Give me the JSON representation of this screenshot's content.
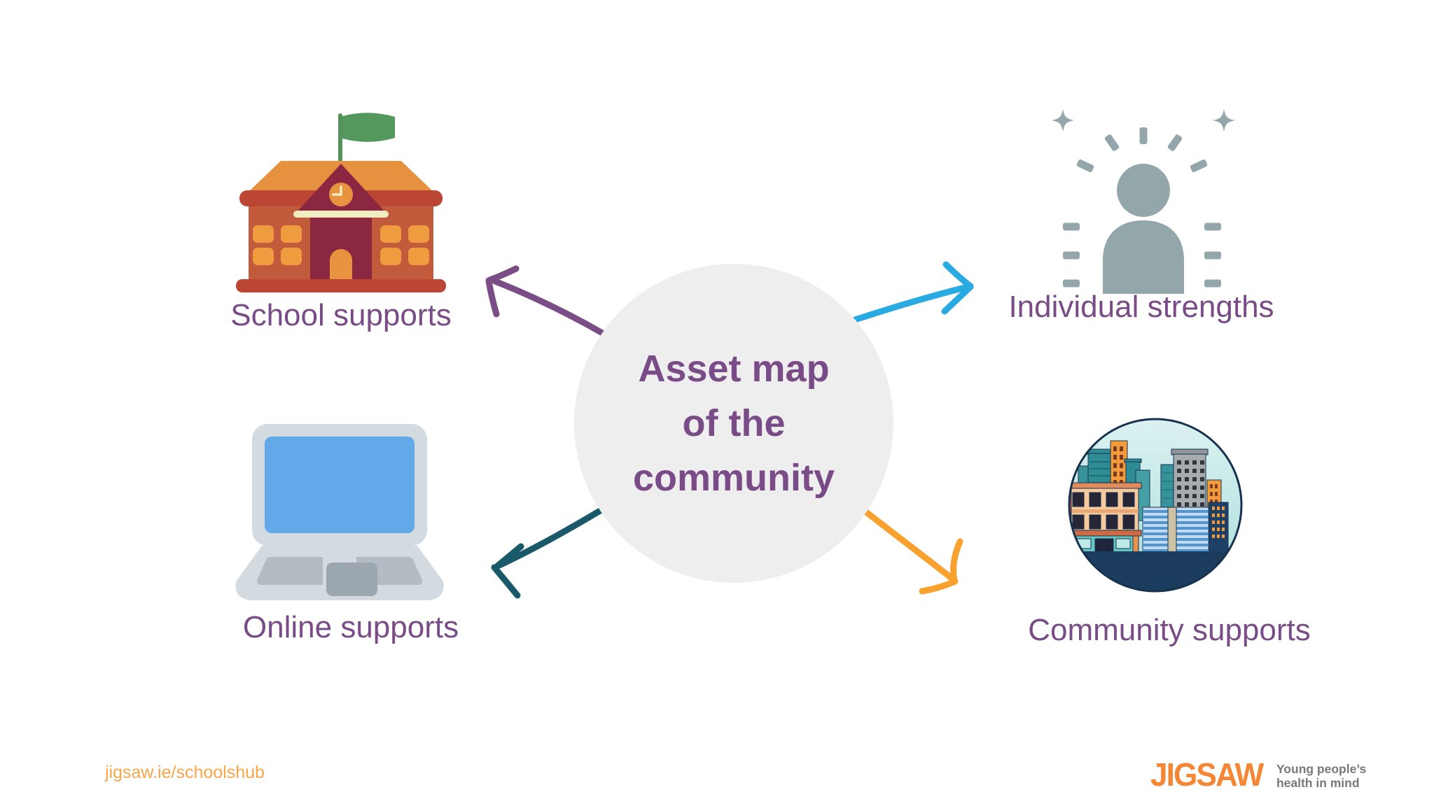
{
  "title": {
    "line1": "Asset map",
    "line2": "of the",
    "line3": "community"
  },
  "nodes": {
    "school": {
      "label": "School supports",
      "icon": "school-building-icon"
    },
    "individual": {
      "label": "Individual strengths",
      "icon": "person-radiating-icon"
    },
    "online": {
      "label": "Online supports",
      "icon": "laptop-icon"
    },
    "community": {
      "label": "Community supports",
      "icon": "city-skyline-icon"
    }
  },
  "footer": {
    "url": "jigsaw.ie/schoolshub",
    "logo_text": "JIGSAW",
    "tagline_line1": "Young people’s",
    "tagline_line2": "health in mind"
  },
  "colors": {
    "text_purple": "#7A4C87",
    "center_circle_fill": "#EFEEEF",
    "arrow_school": "#7B4D87",
    "arrow_individual": "#29ABE2",
    "arrow_online": "#19596A",
    "arrow_community": "#F8A12F",
    "url_orange": "#F9A64A",
    "logo_orange": "#F58634",
    "tagline_gray": "#77787B"
  }
}
